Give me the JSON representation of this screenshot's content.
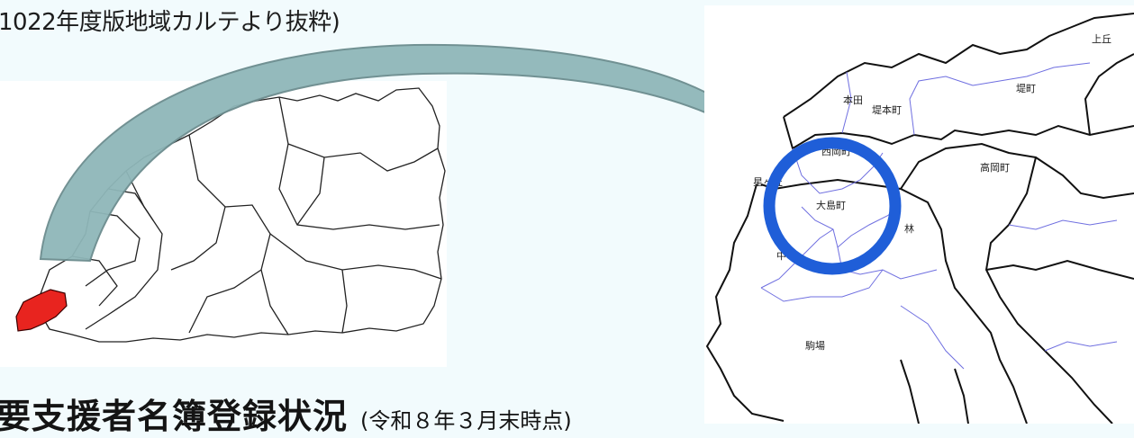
{
  "caption": "1022年度版地域カルテより抜粋)",
  "heading": {
    "main": "要支援者名簿登録状況",
    "note": "(令和８年３月末時点)"
  },
  "overview_map": {
    "highlight_color": "#e8241f"
  },
  "detail_map": {
    "labels": [
      {
        "id": "kamioka",
        "text": "上丘"
      },
      {
        "id": "honda",
        "text": "本田"
      },
      {
        "id": "tsutsumihoncho",
        "text": "堤本町"
      },
      {
        "id": "tsutsumicho",
        "text": "堤町"
      },
      {
        "id": "nishiokacho",
        "text": "西岡町"
      },
      {
        "id": "takaokacho",
        "text": "高岡町"
      },
      {
        "id": "ono",
        "text": "星ヶ丘"
      },
      {
        "id": "ooshimacho",
        "text": "大島町"
      },
      {
        "id": "bayashi",
        "text": "林"
      },
      {
        "id": "naka",
        "text": "中"
      },
      {
        "id": "komaba",
        "text": "駒場"
      }
    ],
    "circle_color": "#1f5ed8"
  },
  "arrow_color": "#8fb7b9"
}
